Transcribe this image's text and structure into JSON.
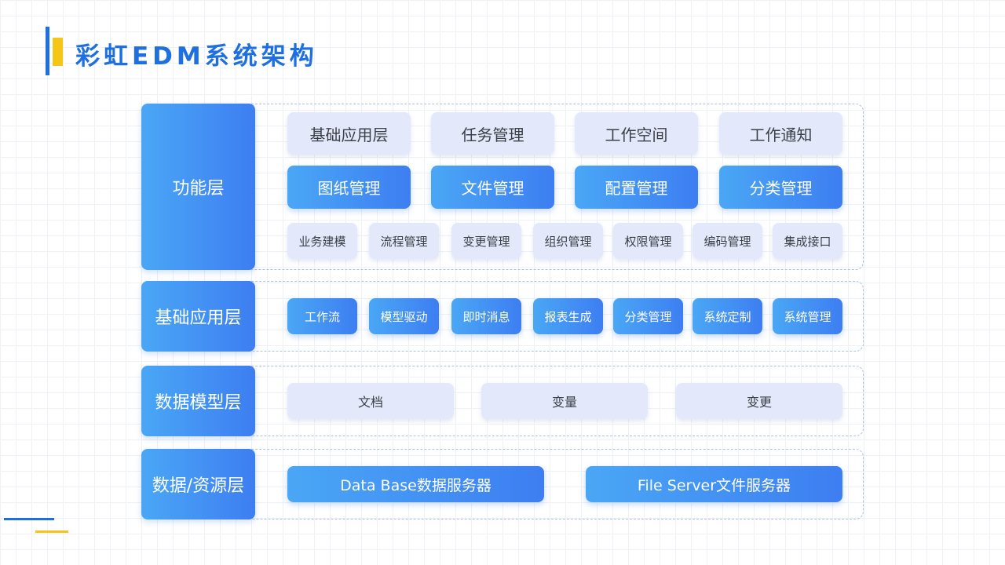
{
  "title": "彩虹EDM系统架构",
  "layers": {
    "function": {
      "label": "功能层",
      "row1": [
        "基础应用层",
        "任务管理",
        "工作空间",
        "工作通知"
      ],
      "row2": [
        "图纸管理",
        "文件管理",
        "配置管理",
        "分类管理"
      ],
      "row3": [
        "业务建模",
        "流程管理",
        "变更管理",
        "组织管理",
        "权限管理",
        "编码管理",
        "集成接口"
      ]
    },
    "base": {
      "label": "基础应用层",
      "items": [
        "工作流",
        "模型驱动",
        "即时消息",
        "报表生成",
        "分类管理",
        "系统定制",
        "系统管理"
      ]
    },
    "model": {
      "label": "数据模型层",
      "items": [
        "文档",
        "变量",
        "变更"
      ]
    },
    "resource": {
      "label": "数据/资源层",
      "items": [
        "Data Base数据服务器",
        "File Server文件服务器"
      ]
    }
  },
  "colors": {
    "accent_blue": "#1f6fe0",
    "accent_yellow": "#f5c518",
    "box_light": "#e3e9fb",
    "box_gradient_start": "#4aa7f5",
    "box_gradient_end": "#3d7ef2"
  }
}
